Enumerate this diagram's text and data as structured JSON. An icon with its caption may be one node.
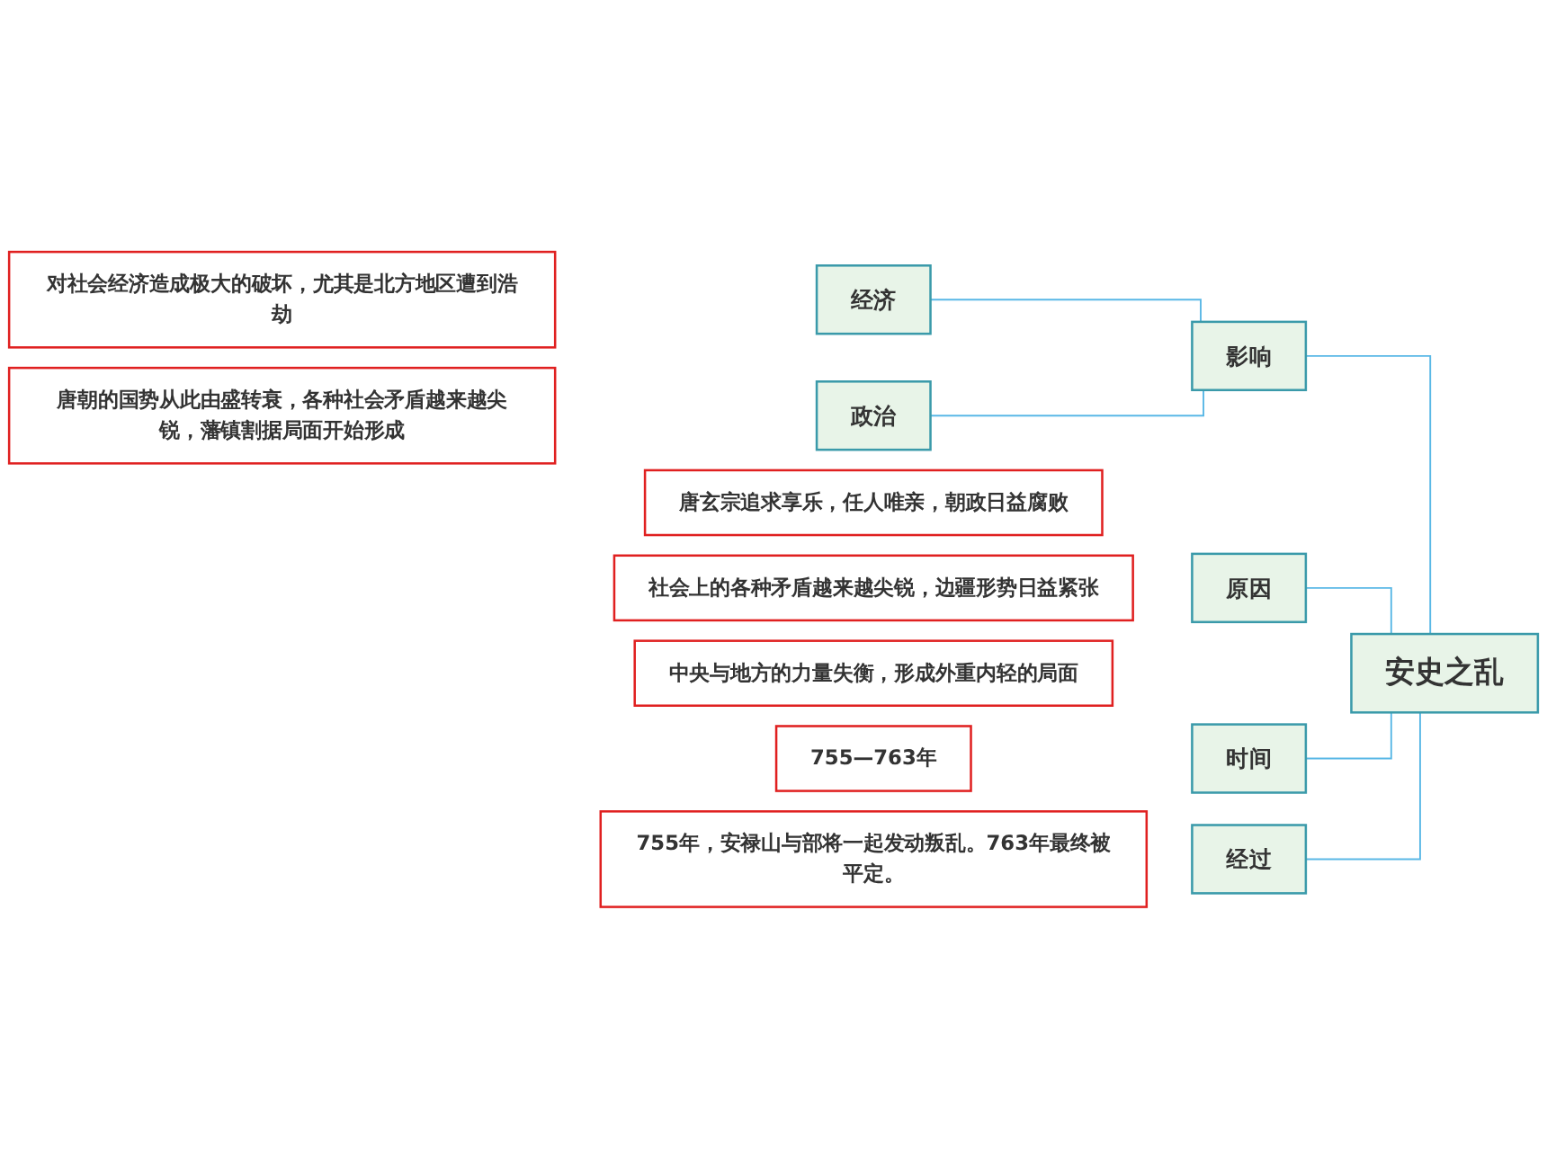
{
  "diagram": {
    "nodes": [
      {
        "text": [
          "安史之乱"
        ]
      },
      {
        "text": [
          "原因"
        ]
      },
      {
        "text": [
          "时间"
        ]
      },
      {
        "text": [
          "经过"
        ]
      },
      {
        "text": [
          "影响"
        ]
      },
      {
        "text": [
          "经济"
        ]
      },
      {
        "text": [
          "政治"
        ]
      },
      {
        "text": [
          "唐玄宗追求享乐，任人唯亲，朝政日益腐败"
        ]
      },
      {
        "text": [
          "社会上的各种矛盾越来越尖锐，边疆形势日益紧张"
        ]
      },
      {
        "text": [
          "中央与地方的力量失衡，形成外重内轻的局面"
        ]
      },
      {
        "text": [
          "755—763年"
        ]
      },
      {
        "text": [
          "755年，安禄山与部将一起发动叛乱。763年最终被平定。"
        ]
      },
      {
        "text": [
          "对社会经济造成极大的破坏，尤其是北方地区遭到浩劫"
        ]
      },
      {
        "text": [
          "唐朝的国势从此由盛转衰，各种社会矛盾越来越尖锐，藩镇割据局面开始形成"
        ]
      }
    ],
    "edges": [
      {
        "from": 0,
        "to": 1,
        "arrow": "none"
      },
      {
        "from": 0,
        "to": 2,
        "arrow": "none"
      },
      {
        "from": 0,
        "to": 3,
        "arrow": "none"
      },
      {
        "from": 0,
        "to": 4,
        "arrow": "none"
      },
      {
        "from": 4,
        "to": 5,
        "arrow": "none"
      },
      {
        "from": 4,
        "to": 6,
        "arrow": "none"
      }
    ]
  }
}
